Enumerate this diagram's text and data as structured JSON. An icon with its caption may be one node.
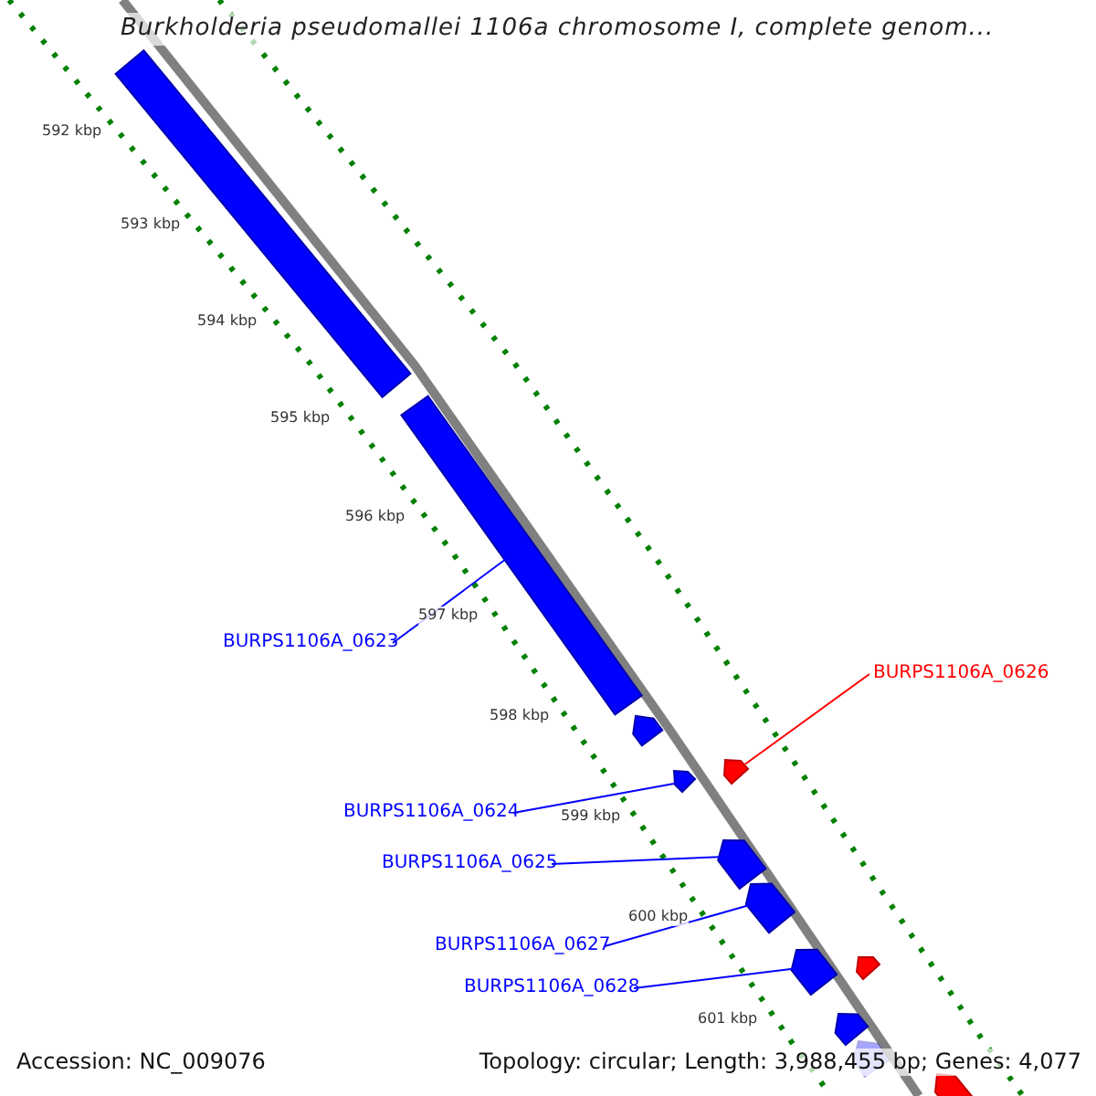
{
  "diagram": {
    "title": "Burkholderia pseudomallei 1106a chromosome I, complete genom...",
    "nodes": [
      {
        "text": [
          "BURPS1106A_0623"
        ]
      },
      {
        "text": [
          "BURPS1106A_0626"
        ]
      },
      {
        "text": [
          "BURPS1106A_0624"
        ]
      },
      {
        "text": [
          "BURPS1106A_0625"
        ]
      },
      {
        "text": [
          "BURPS1106A_0627"
        ]
      },
      {
        "text": [
          "BURPS1106A_0628"
        ]
      },
      {
        "text": [],
        "shape": "bar"
      },
      {
        "text": [],
        "shape": "bar"
      },
      {
        "text": [],
        "shape": "bar"
      },
      {
        "text": [],
        "shape": "bar"
      },
      {
        "text": [],
        "shape": "bar"
      },
      {
        "text": [],
        "shape": "bar"
      },
      {
        "text": [],
        "shape": "bar"
      },
      {
        "text": [],
        "shape": "bar"
      },
      {
        "text": [],
        "shape": "bar"
      },
      {
        "text": [],
        "shape": "bar"
      },
      {
        "text": [],
        "shape": "bar"
      },
      {
        "text": [],
        "shape": "bar"
      }
    ],
    "edges": [
      {
        "from": 0,
        "to": 7,
        "arrow": "none"
      },
      {
        "from": 1,
        "to": 9,
        "arrow": "none",
        "color": "#ff0000"
      },
      {
        "from": 2,
        "to": 10,
        "arrow": "none"
      },
      {
        "from": 3,
        "to": 11,
        "arrow": "none"
      },
      {
        "from": 4,
        "to": 12,
        "arrow": "none"
      },
      {
        "from": 5,
        "to": 13,
        "arrow": "none"
      }
    ],
    "labels": [
      "592 kbp",
      "593 kbp",
      "594 kbp",
      "595 kbp",
      "596 kbp",
      "597 kbp",
      "598 kbp",
      "599 kbp",
      "600 kbp",
      "601 kbp",
      "Accession: NC_009076",
      "Topology: circular; Length: 3,988,455 bp; Genes: 4,077"
    ]
  }
}
